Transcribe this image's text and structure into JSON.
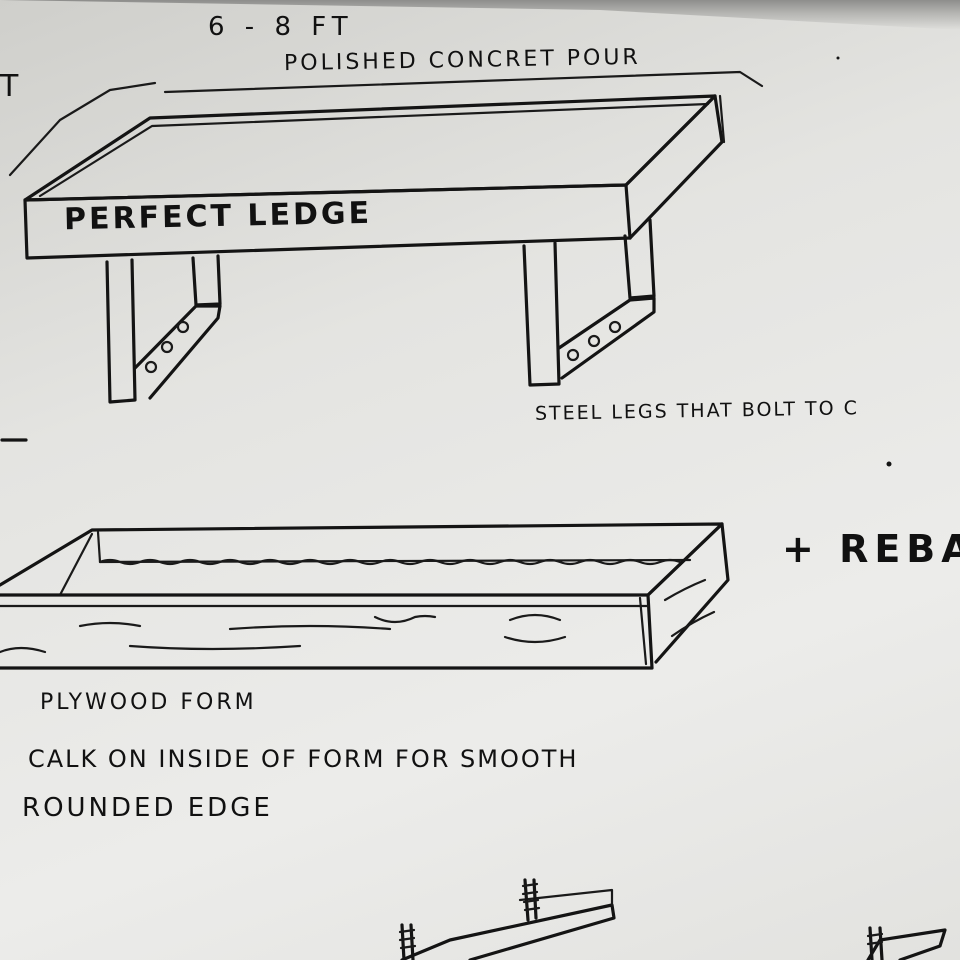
{
  "sketch": {
    "top_labels": {
      "dimension": "6 - 8 FT",
      "material": "POLISHED CONCRET POUR",
      "edge_note": "PERFECT LEDGE"
    },
    "right_labels": {
      "legs_note": "STEEL LEGS THAT BOLT TO C",
      "rebar_note": "+ REBA"
    },
    "bottom_labels": {
      "form_label": "PLYWOOD FORM",
      "caulk_note_line1": "CALK ON INSIDE OF FORM FOR SMOOTH",
      "caulk_note_line2": "ROUNDED EDGE"
    },
    "edge_fragment": "T"
  },
  "colors": {
    "ink": "#141414",
    "paper": "#e8e8e5",
    "shadow": "#8e8e8c"
  }
}
